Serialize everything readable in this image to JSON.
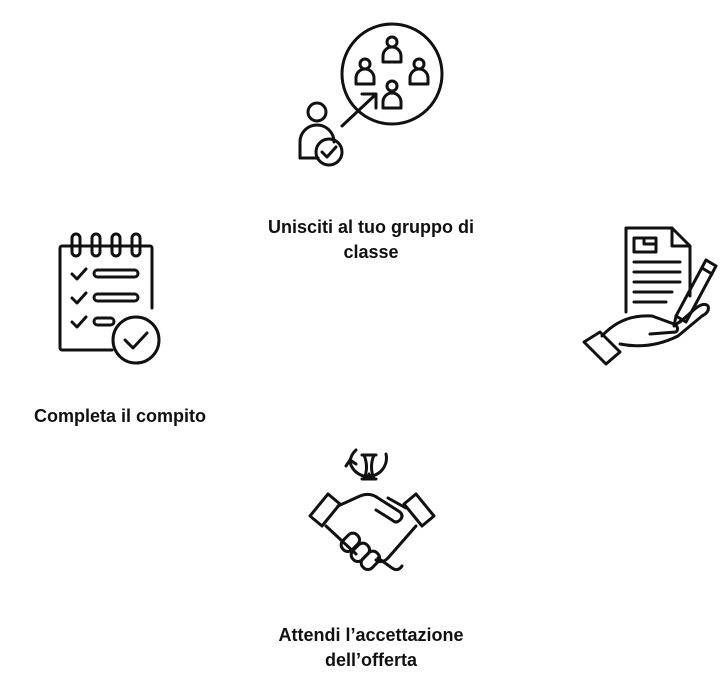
{
  "steps": [
    {
      "icon": "join-group-icon",
      "label_lines": [
        "Unisciti al tuo gruppo di",
        "classe"
      ]
    },
    {
      "icon": "checklist-icon",
      "label_lines": [
        "Completa il compito"
      ]
    },
    {
      "icon": "handshake-timer-icon",
      "label_lines": [
        "Attendi l’accettazione",
        "dell’offerta"
      ]
    },
    {
      "icon": "document-hand-pen-icon",
      "label_lines": []
    }
  ],
  "colors": {
    "ink": "#111111",
    "background": "#ffffff"
  }
}
